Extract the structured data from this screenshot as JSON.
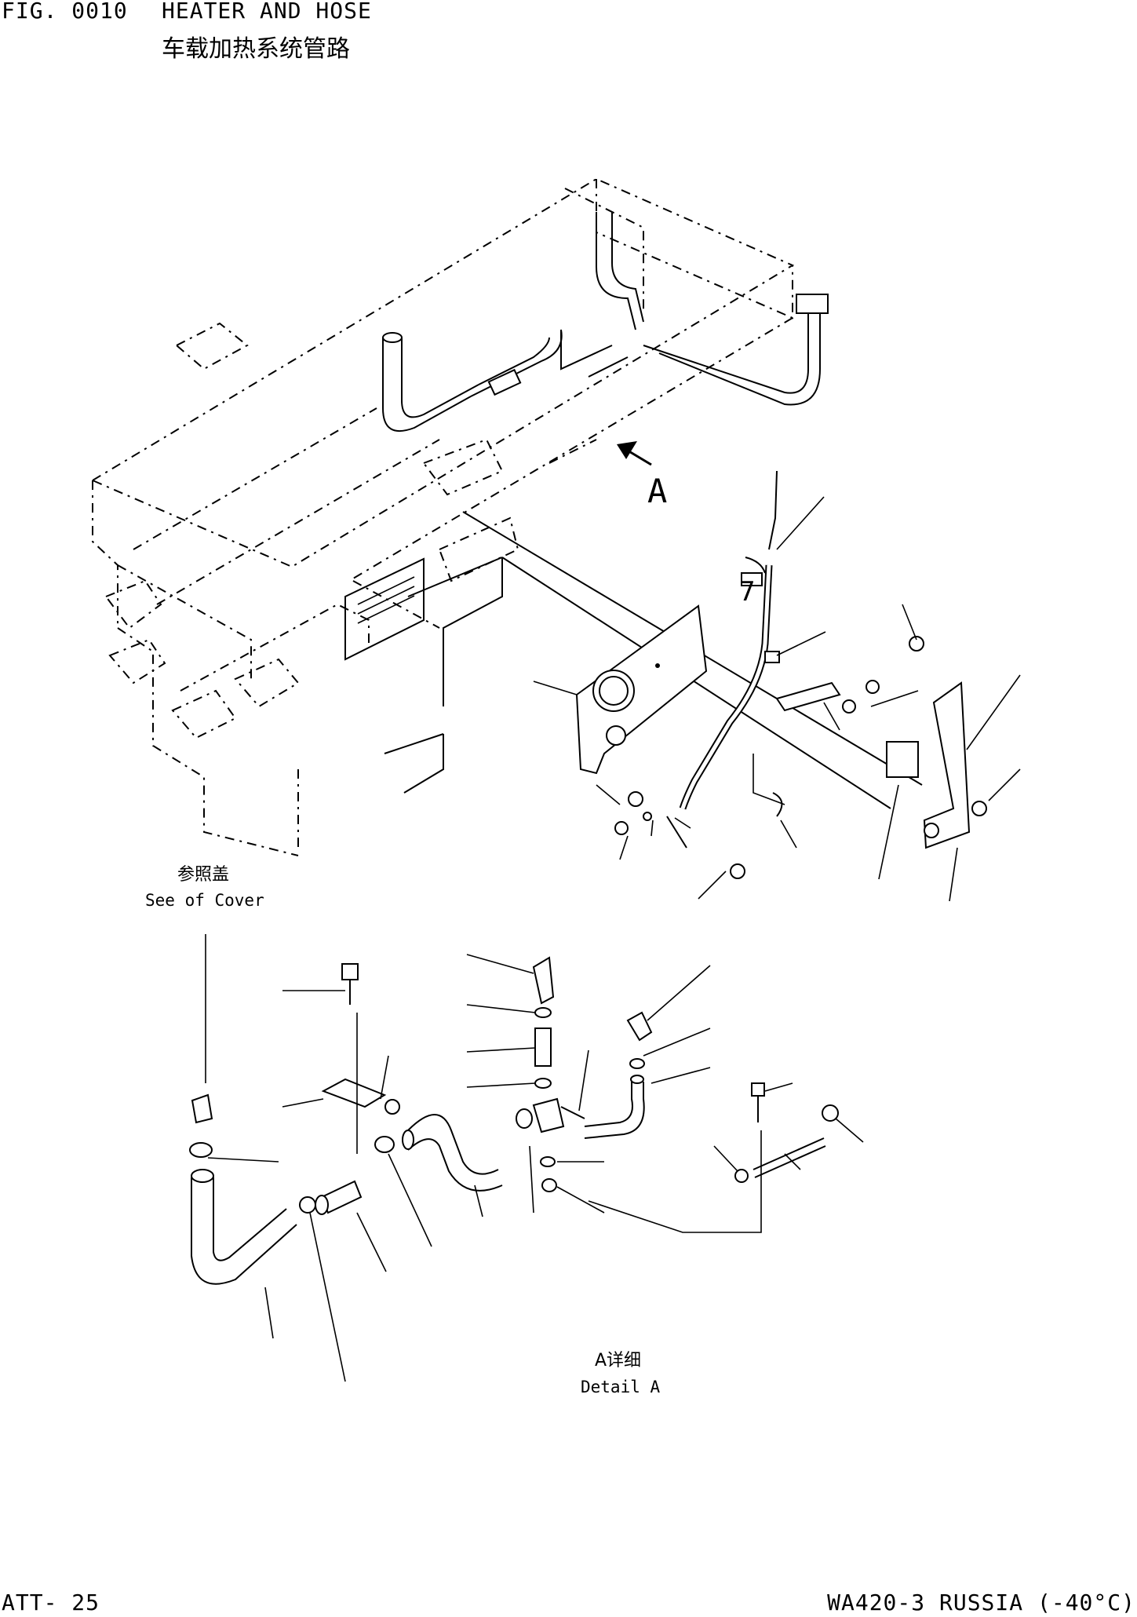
{
  "header": {
    "fig_no": "FIG. 0010",
    "title": "HEATER AND HOSE",
    "title_cn": "车载加热系统管路"
  },
  "callouts": {
    "view_arrow_label": "A",
    "reference_label": "7"
  },
  "captions": {
    "cover_cn": "参照盖",
    "cover_en": "See of Cover",
    "detail_cn": "A详细",
    "detail_en": "Detail A"
  },
  "footer": {
    "page_code": "ATT- 25",
    "model": "WA420-3 RUSSIA (-40°C)"
  }
}
